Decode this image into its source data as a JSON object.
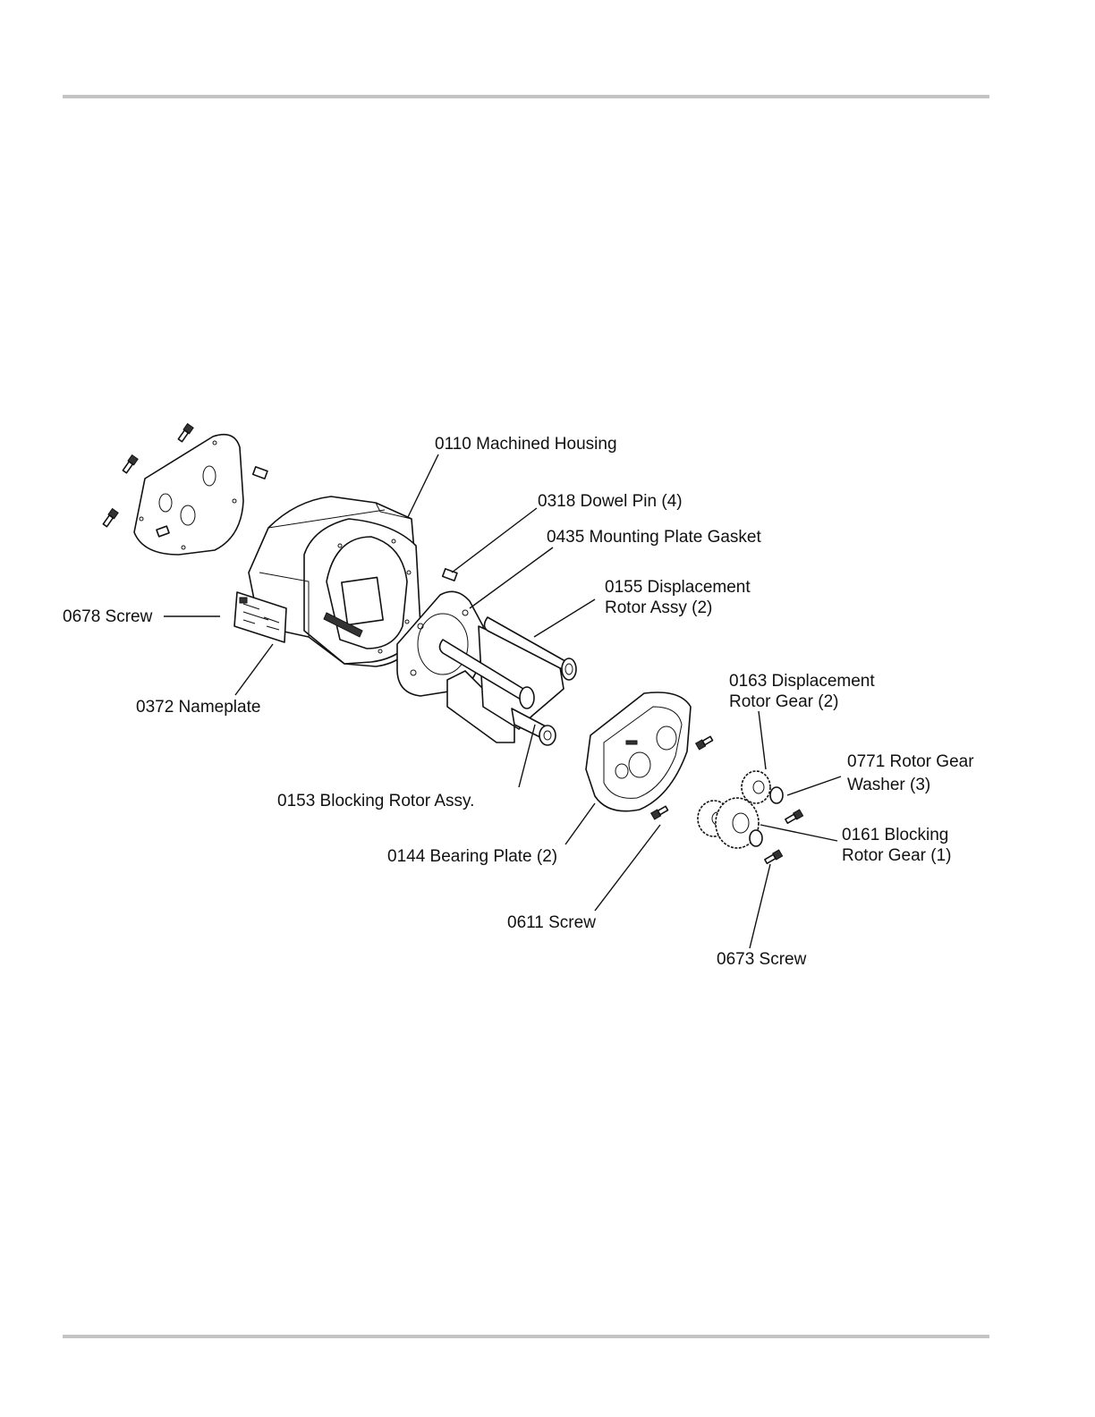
{
  "callouts": [
    {
      "id": "machined-housing",
      "lines": [
        "0110 Machined Housing"
      ]
    },
    {
      "id": "dowel-pin",
      "lines": [
        "0318 Dowel Pin (4)"
      ]
    },
    {
      "id": "mounting-plate-gasket",
      "lines": [
        "0435 Mounting Plate Gasket"
      ]
    },
    {
      "id": "displacement-rotor-assy",
      "lines": [
        "0155 Displacement",
        "Rotor Assy (2)"
      ]
    },
    {
      "id": "screw-0678",
      "lines": [
        "0678 Screw"
      ]
    },
    {
      "id": "nameplate",
      "lines": [
        "0372 Nameplate"
      ]
    },
    {
      "id": "displacement-rotor-gear",
      "lines": [
        "0163 Displacement",
        "Rotor Gear (2)"
      ]
    },
    {
      "id": "rotor-gear-washer",
      "lines": [
        "0771 Rotor Gear",
        "Washer (3)"
      ]
    },
    {
      "id": "blocking-rotor-assy",
      "lines": [
        "0153 Blocking Rotor Assy."
      ]
    },
    {
      "id": "blocking-rotor-gear",
      "lines": [
        "0161 Blocking",
        "Rotor Gear (1)"
      ]
    },
    {
      "id": "bearing-plate",
      "lines": [
        "0144 Bearing Plate (2)"
      ]
    },
    {
      "id": "screw-0611",
      "lines": [
        "0611 Screw"
      ]
    },
    {
      "id": "screw-0673",
      "lines": [
        "0673 Screw"
      ]
    }
  ]
}
